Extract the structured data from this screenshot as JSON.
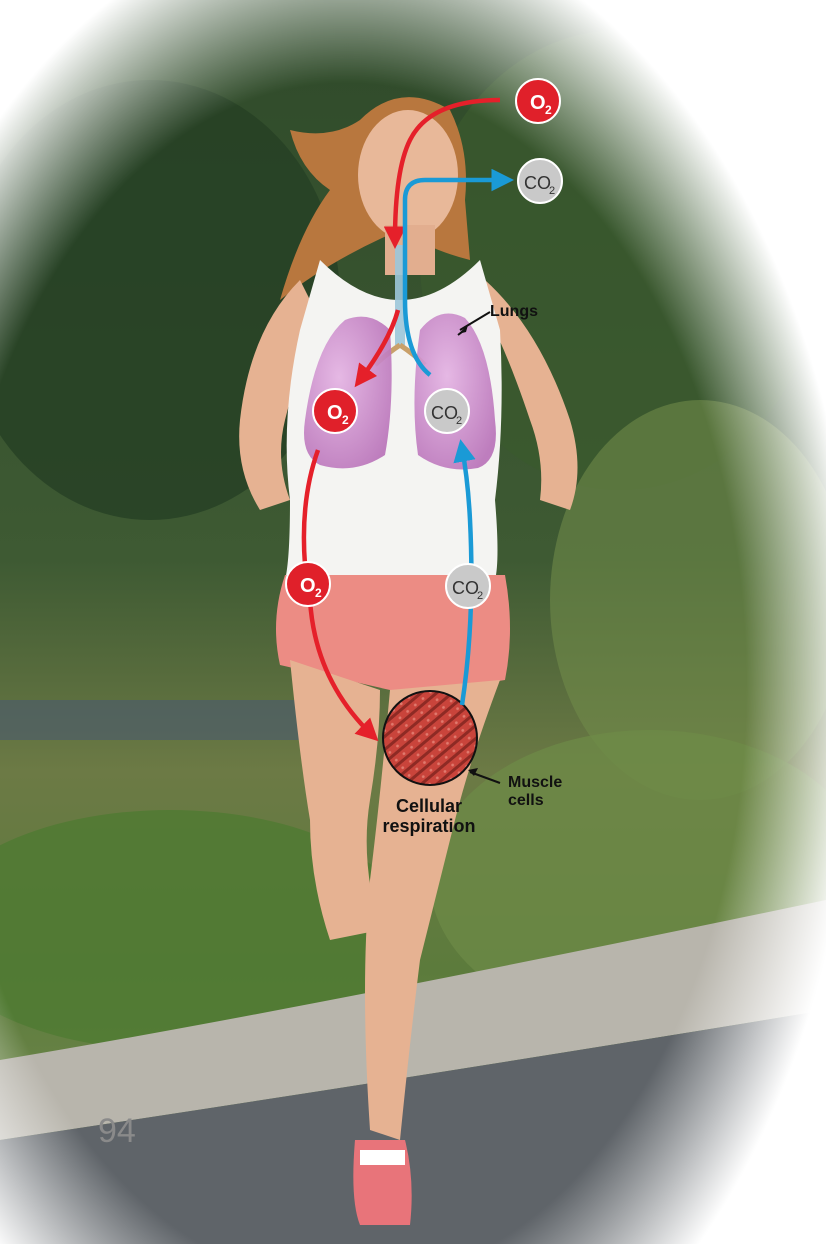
{
  "labels": {
    "lungs": "Lungs",
    "muscle_line1": "Muscle",
    "muscle_line2": "cells",
    "cellular_line1": "Cellular",
    "cellular_line2": "respiration"
  },
  "molecules": {
    "oxygen_base": "O",
    "oxygen_sub": "2",
    "carbon_dioxide_base": "CO",
    "carbon_dioxide_sub": "2"
  },
  "page_number": "94",
  "colors": {
    "oxygen_arrow": "#e5202a",
    "co2_arrow": "#1a9ad6",
    "oxygen_badge": "#e0202a",
    "co2_badge": "#c9c9c9",
    "lung": "#d79ad6",
    "muscle": "#c9443b"
  }
}
